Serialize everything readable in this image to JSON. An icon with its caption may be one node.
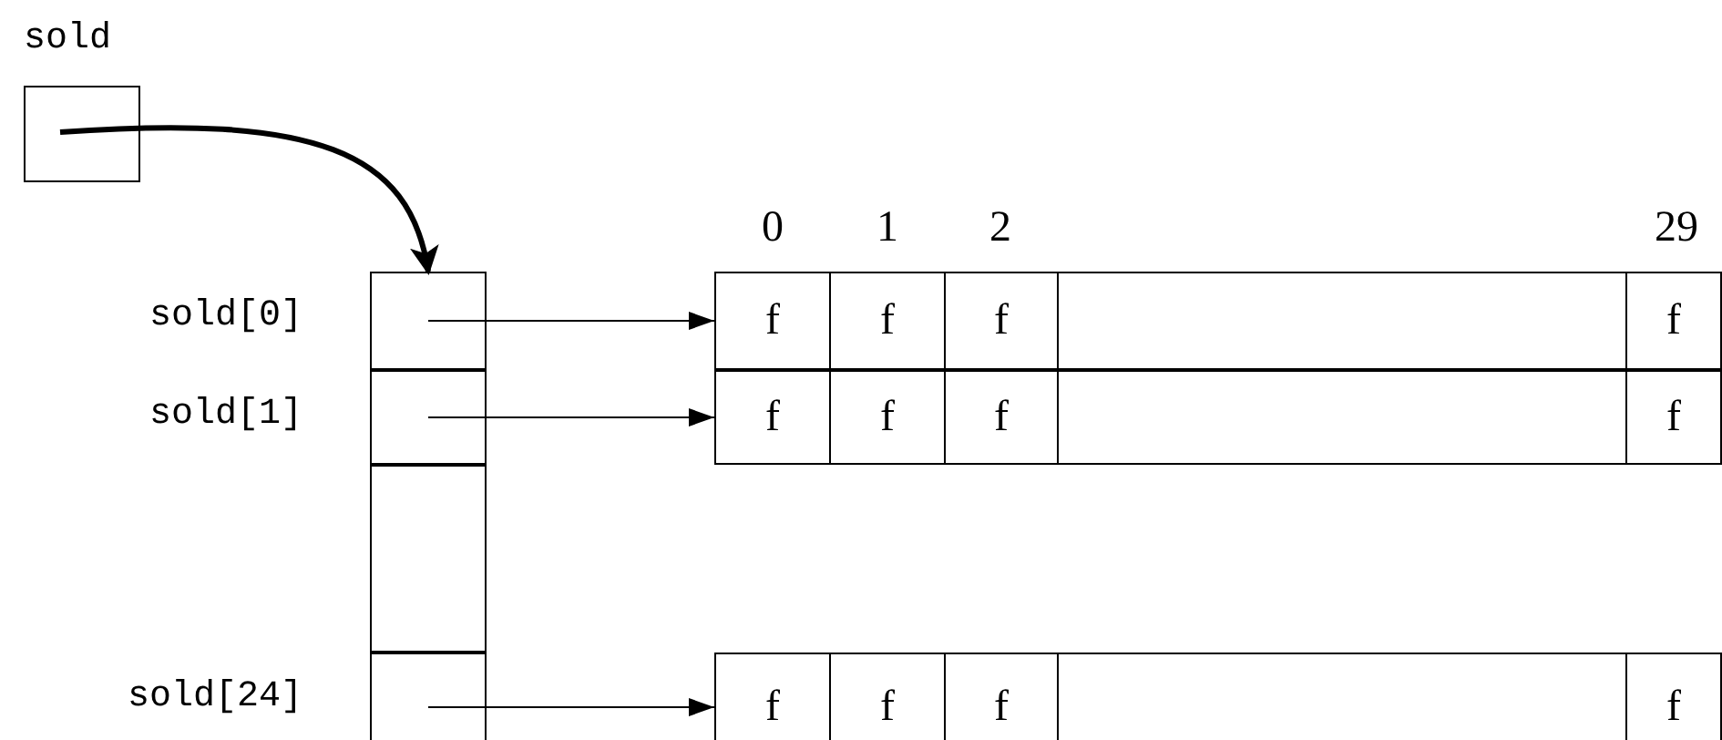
{
  "diagram": {
    "nodes": [
      {
        "text": [
          "sold"
        ]
      },
      {
        "text": [],
        "shape": "box"
      },
      {
        "text": [
          "sold[0]"
        ],
        "in": 1
      },
      {
        "text": [
          "sold[1]"
        ],
        "in": 1
      },
      {
        "text": [],
        "shape": "box",
        "in": 1
      },
      {
        "text": [
          "sold[24]"
        ],
        "in": 1
      },
      {
        "text": [],
        "shape": "box"
      },
      {
        "text": [
          "f"
        ],
        "in": 6
      },
      {
        "text": [
          "f"
        ],
        "in": 6
      },
      {
        "text": [
          "f"
        ],
        "in": 6
      },
      {
        "text": [],
        "shape": "box",
        "in": 6
      },
      {
        "text": [
          "f"
        ],
        "in": 6
      },
      {
        "text": [],
        "shape": "box"
      },
      {
        "text": [
          "f"
        ],
        "in": 12
      },
      {
        "text": [
          "f"
        ],
        "in": 12
      },
      {
        "text": [
          "f"
        ],
        "in": 12
      },
      {
        "text": [],
        "shape": "box",
        "in": 12
      },
      {
        "text": [
          "f"
        ],
        "in": 12
      },
      {
        "text": [],
        "shape": "box"
      },
      {
        "text": [
          "f"
        ],
        "in": 18
      },
      {
        "text": [
          "f"
        ],
        "in": 18
      },
      {
        "text": [
          "f"
        ],
        "in": 18
      },
      {
        "text": [],
        "shape": "box",
        "in": 18
      },
      {
        "text": [
          "f"
        ],
        "in": 18
      }
    ],
    "edges": [
      {
        "from": 0,
        "to": 2,
        "arrow": "to",
        "style": "thick"
      },
      {
        "from": 2,
        "to": 7,
        "arrow": "to"
      },
      {
        "from": 3,
        "to": 13,
        "arrow": "to"
      },
      {
        "from": 5,
        "to": 19,
        "arrow": "to"
      }
    ],
    "labels": [
      "0",
      "1",
      "2",
      "29"
    ]
  }
}
